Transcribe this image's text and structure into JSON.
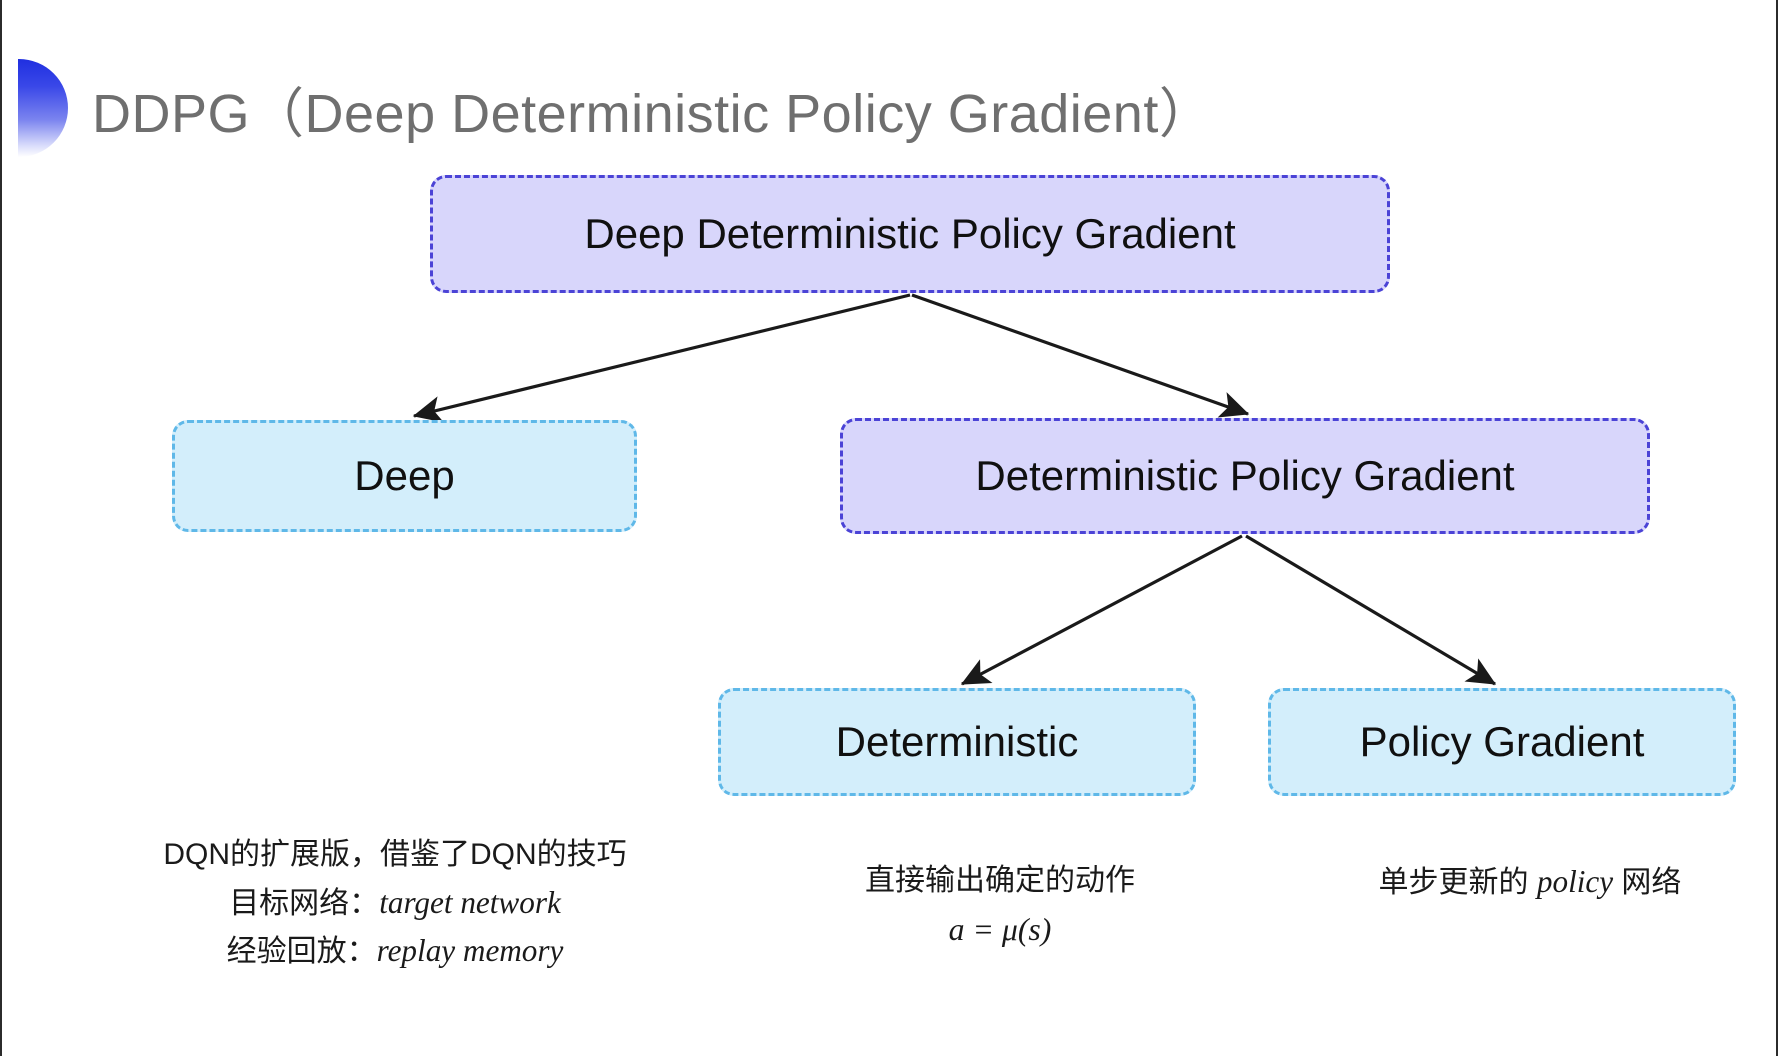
{
  "slide": {
    "title": "DDPG（Deep Deterministic Policy Gradient）",
    "background_color": "#ffffff",
    "bullet_icon": "gradient-half-circle-bullet"
  },
  "colors": {
    "purple_fill": "#d8d6fb",
    "purple_border": "#4b43d6",
    "cyan_fill": "#d3eefb",
    "cyan_border": "#5fb8e8",
    "title_text": "#6f6f6f",
    "body_text": "#101010",
    "arrow": "#1a1a1a",
    "bullet_gradient_start": "#1f2fe0",
    "bullet_gradient_end": "#ffffff"
  },
  "diagram": {
    "type": "tree",
    "nodes": [
      {
        "id": "root",
        "label": "Deep Deterministic Policy Gradient",
        "style": "purple",
        "level": 0
      },
      {
        "id": "deep",
        "label": "Deep",
        "style": "cyan",
        "level": 1
      },
      {
        "id": "dpg",
        "label": "Deterministic Policy Gradient",
        "style": "purple",
        "level": 1
      },
      {
        "id": "det",
        "label": "Deterministic",
        "style": "cyan",
        "level": 2
      },
      {
        "id": "pg",
        "label": "Policy Gradient",
        "style": "cyan",
        "level": 2
      }
    ],
    "edges": [
      {
        "from": "root",
        "to": "deep",
        "arrow": "end"
      },
      {
        "from": "root",
        "to": "dpg",
        "arrow": "end"
      },
      {
        "from": "dpg",
        "to": "det",
        "arrow": "end"
      },
      {
        "from": "dpg",
        "to": "pg",
        "arrow": "end"
      }
    ]
  },
  "captions": {
    "deep": {
      "line1": "DQN的扩展版，借鉴了DQN的技巧",
      "line2_label": "目标网络：",
      "line2_term": "target network",
      "line3_label": "经验回放：",
      "line3_term": "replay memory"
    },
    "deterministic": {
      "line1": "直接输出确定的动作",
      "formula": "a = μ(s)"
    },
    "policy_gradient": {
      "line1": "单步更新的",
      "term": "policy",
      "line2_suffix": " 网络"
    }
  }
}
